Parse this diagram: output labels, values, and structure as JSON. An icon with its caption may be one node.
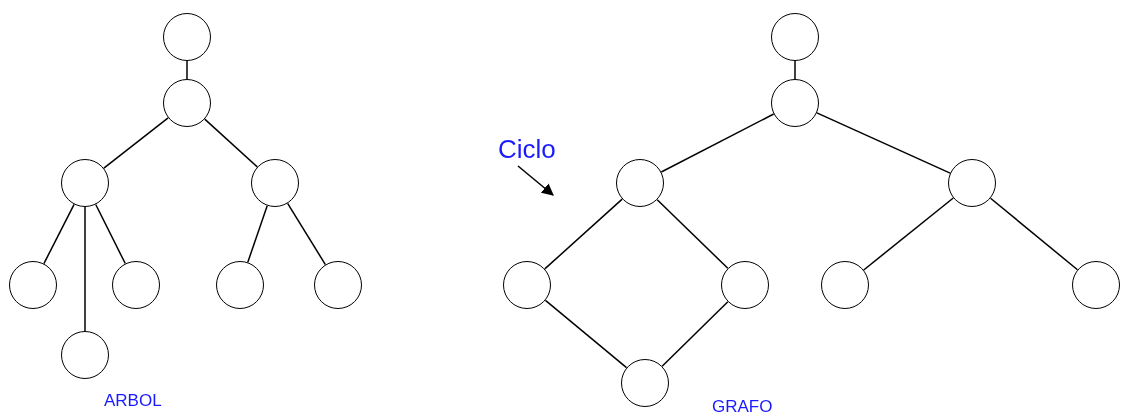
{
  "diagram": {
    "nodes": [
      {
        "text": [],
        "shape": "circle"
      },
      {
        "text": [],
        "shape": "circle"
      },
      {
        "text": [],
        "shape": "circle"
      },
      {
        "text": [],
        "shape": "circle"
      },
      {
        "text": [],
        "shape": "circle"
      },
      {
        "text": [],
        "shape": "circle"
      },
      {
        "text": [],
        "shape": "circle"
      },
      {
        "text": [],
        "shape": "circle"
      },
      {
        "text": [],
        "shape": "circle"
      },
      {
        "text": [],
        "shape": "circle"
      },
      {
        "text": [],
        "shape": "circle"
      },
      {
        "text": [],
        "shape": "circle"
      },
      {
        "text": [],
        "shape": "circle"
      },
      {
        "text": [],
        "shape": "circle"
      },
      {
        "text": [],
        "shape": "circle"
      },
      {
        "text": [],
        "shape": "circle"
      },
      {
        "text": [],
        "shape": "circle"
      },
      {
        "text": [],
        "shape": "circle"
      },
      {
        "text": [
          "Ciclo"
        ]
      }
    ],
    "edges": [
      {
        "from": 0,
        "to": 1,
        "arrow": "none"
      },
      {
        "from": 1,
        "to": 2,
        "arrow": "none"
      },
      {
        "from": 1,
        "to": 3,
        "arrow": "none"
      },
      {
        "from": 2,
        "to": 4,
        "arrow": "none"
      },
      {
        "from": 2,
        "to": 8,
        "arrow": "none"
      },
      {
        "from": 2,
        "to": 5,
        "arrow": "none"
      },
      {
        "from": 3,
        "to": 6,
        "arrow": "none"
      },
      {
        "from": 3,
        "to": 7,
        "arrow": "none"
      },
      {
        "from": 9,
        "to": 10,
        "arrow": "none"
      },
      {
        "from": 10,
        "to": 11,
        "arrow": "none"
      },
      {
        "from": 10,
        "to": 12,
        "arrow": "none"
      },
      {
        "from": 11,
        "to": 13,
        "arrow": "none"
      },
      {
        "from": 11,
        "to": 14,
        "arrow": "none"
      },
      {
        "from": 13,
        "to": 17,
        "arrow": "none"
      },
      {
        "from": 14,
        "to": 17,
        "arrow": "none"
      },
      {
        "from": 12,
        "to": 15,
        "arrow": "none"
      },
      {
        "from": 12,
        "to": 16,
        "arrow": "none"
      },
      {
        "from": 18,
        "to": null,
        "arrow": "to"
      }
    ],
    "labels": [
      "ARBOL",
      "GRAFO"
    ]
  }
}
